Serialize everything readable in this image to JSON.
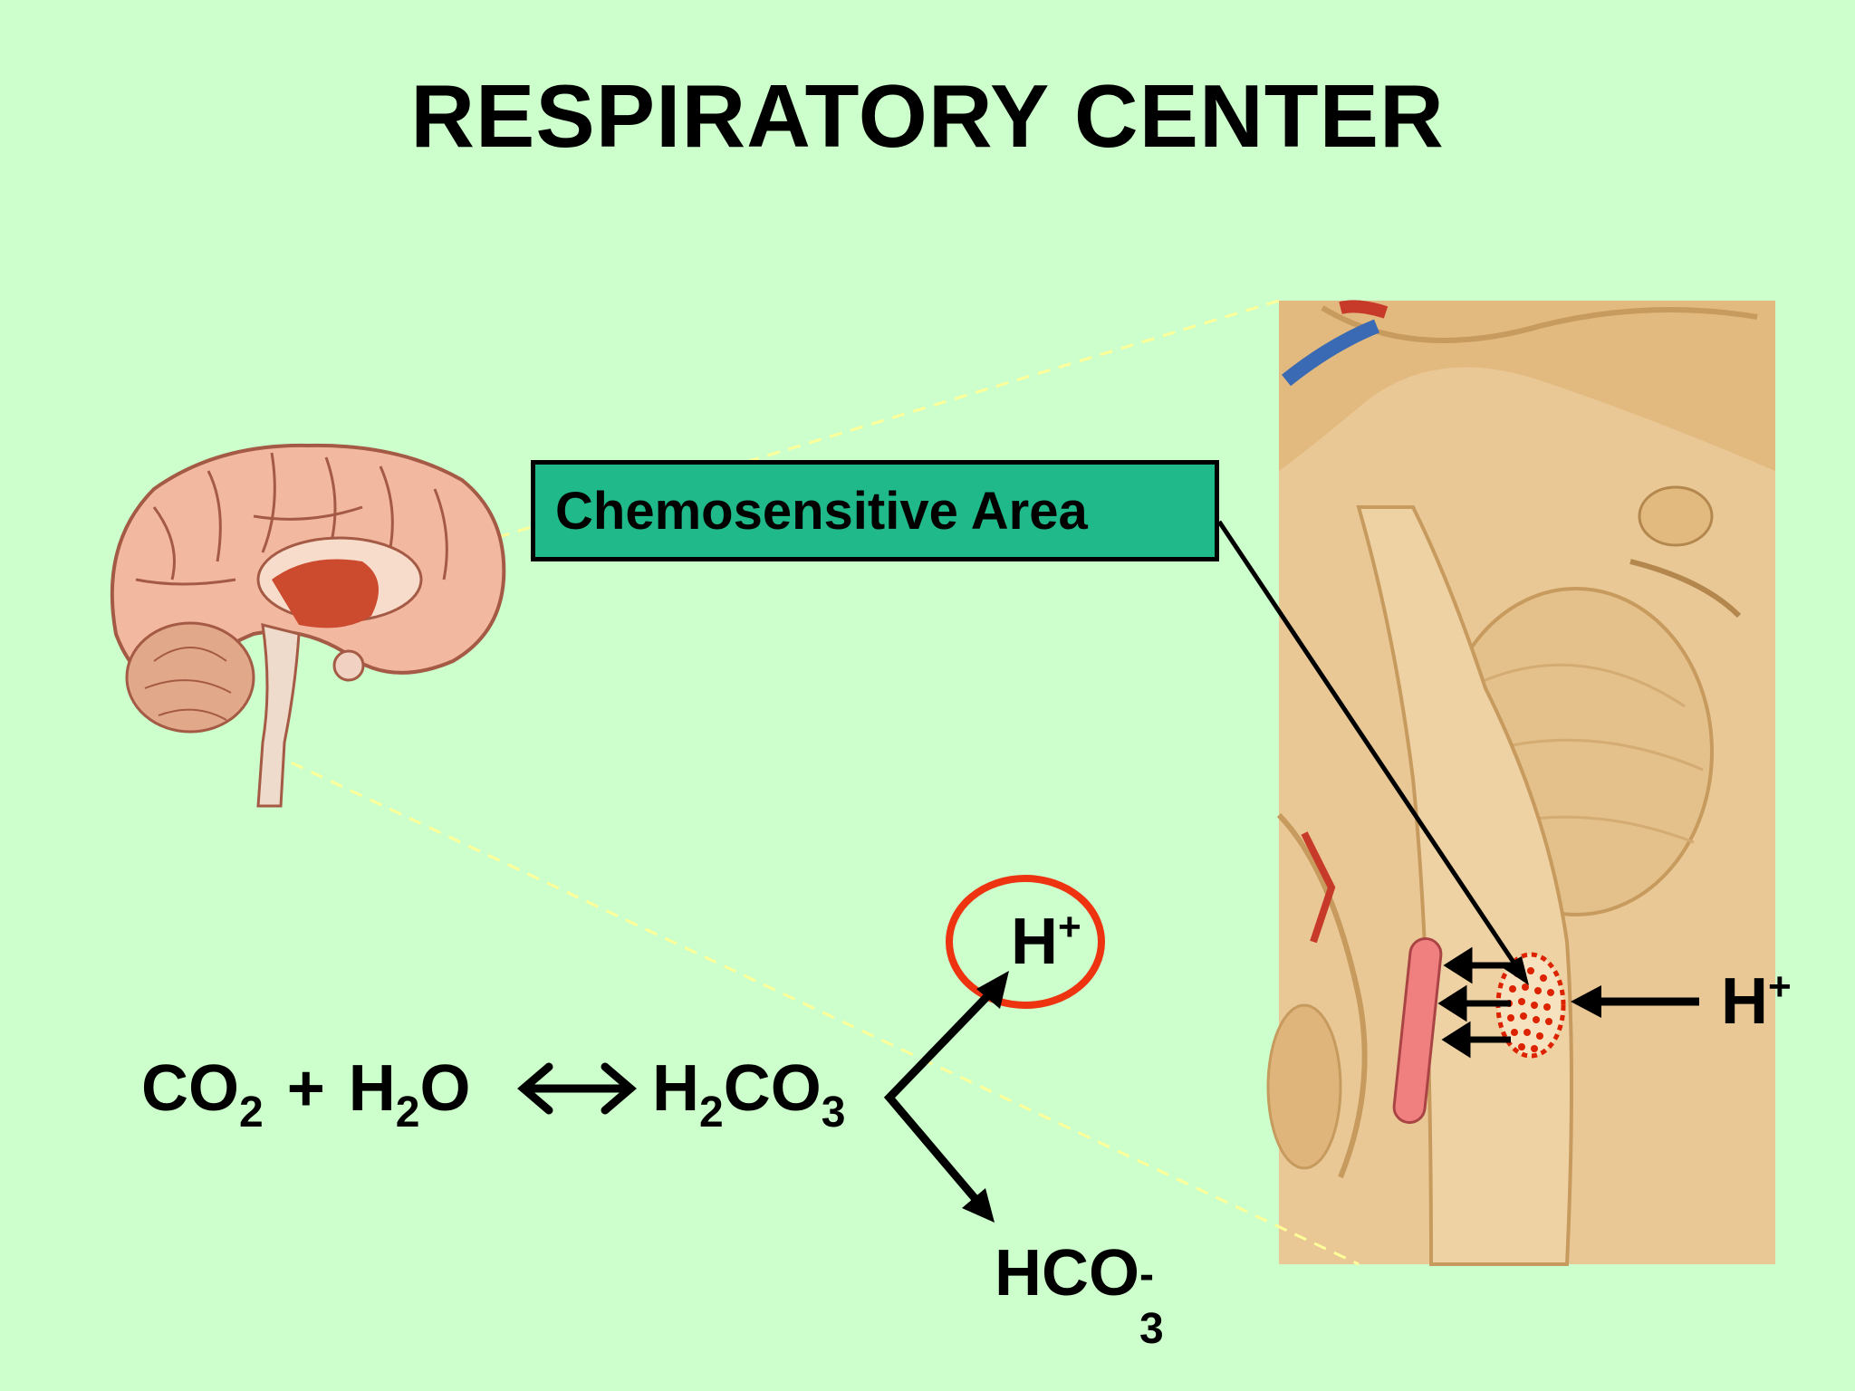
{
  "title": "RESPIRATORY CENTER",
  "label_box": "Chemosensitive Area",
  "equation": {
    "co2": "CO",
    "co2_sub": "2",
    "plus": "+",
    "h2o_h": "H",
    "h2o_sub": "2",
    "h2o_o": "O",
    "h2co3_h": "H",
    "h2co3_sub1": "2",
    "h2co3_co": "CO",
    "h2co3_sub2": "3"
  },
  "products": {
    "proton": "H",
    "proton_charge": "+",
    "bicarbonate": "HCO",
    "bicarbonate_sub": "3",
    "bicarbonate_charge": "-"
  },
  "right_label": {
    "proton": "H",
    "proton_charge": "+"
  },
  "colors": {
    "background": "#ccffcc",
    "label_box": "#1fb98a",
    "highlight_circle": "#ee3311",
    "dashed_guides": "#ffff99",
    "brain_tissue": "#f2b8a0",
    "brainstem": "#e8c996",
    "chemosensitive_dots": "#dd2200",
    "pink_bar": "#f08080"
  }
}
